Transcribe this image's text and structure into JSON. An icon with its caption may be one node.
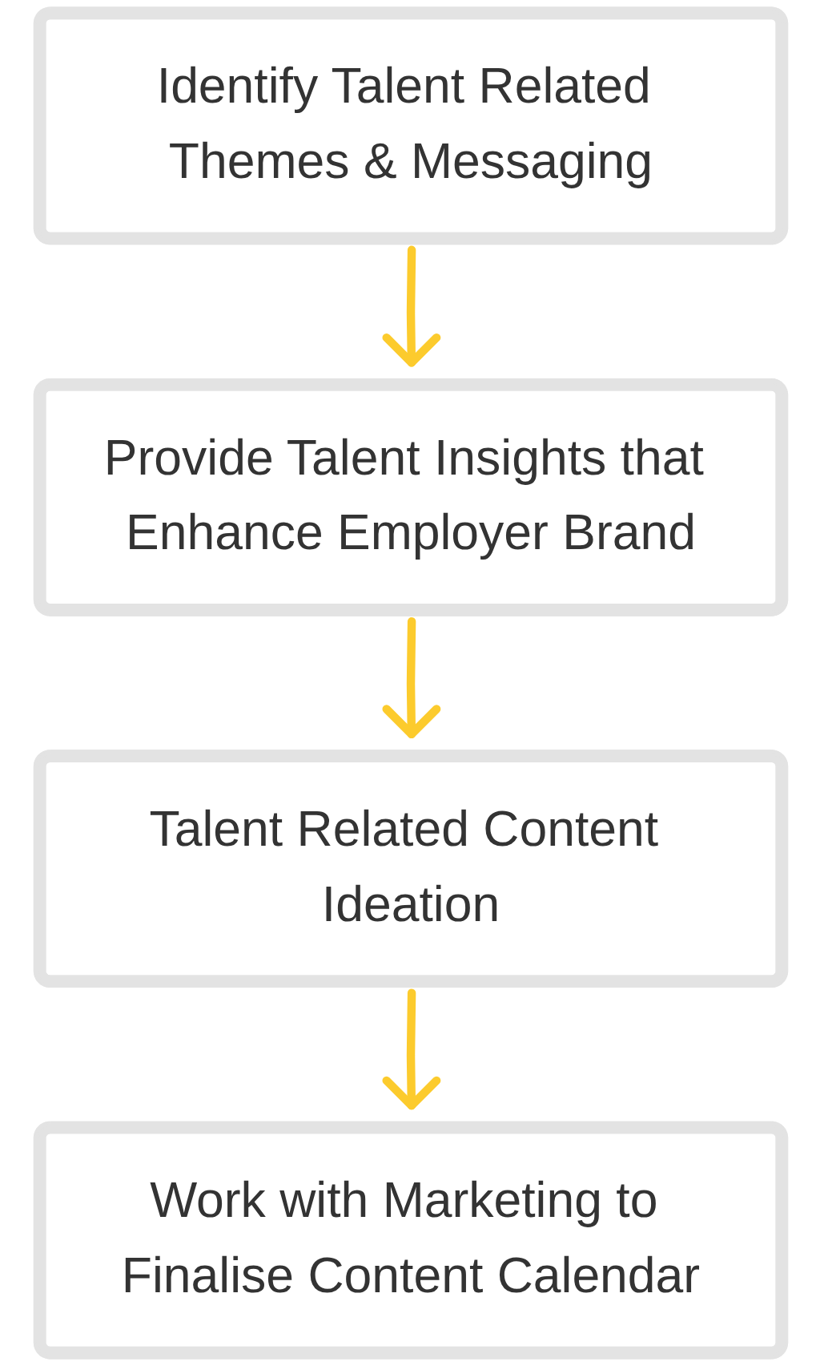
{
  "diagram": {
    "nodes": [
      {
        "text": [
          "Identify Talent Related Themes & Messaging"
        ]
      },
      {
        "text": [
          "Provide Talent Insights that Enhance Employer Brand"
        ]
      },
      {
        "text": [
          "Talent Related Content Ideation"
        ]
      },
      {
        "text": [
          "Work with Marketing to Finalise Content Calendar"
        ]
      }
    ],
    "edges": [
      {
        "from": 0,
        "to": 1,
        "arrow": "to"
      },
      {
        "from": 1,
        "to": 2,
        "arrow": "to"
      },
      {
        "from": 2,
        "to": 3,
        "arrow": "to"
      }
    ]
  }
}
